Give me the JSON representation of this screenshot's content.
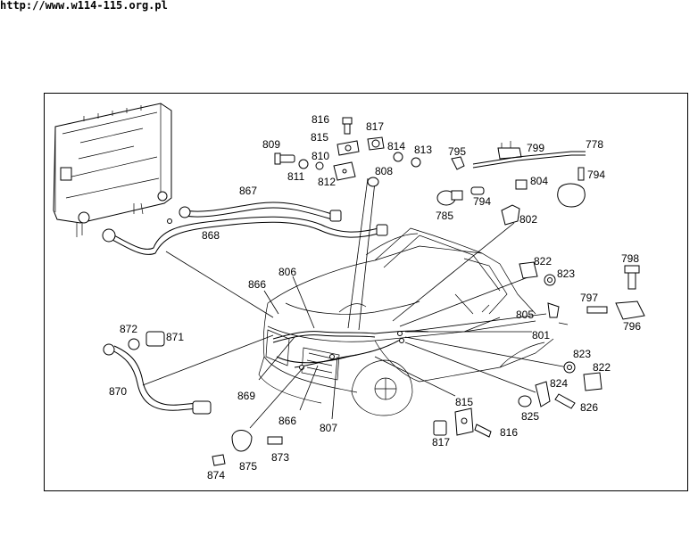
{
  "header": {
    "url": "http://www.w114-115.org.pl"
  },
  "callouts": [
    {
      "id": "c816a",
      "text": "816"
    },
    {
      "id": "c815a",
      "text": "815"
    },
    {
      "id": "c817a",
      "text": "817"
    },
    {
      "id": "c809",
      "text": "809"
    },
    {
      "id": "c810",
      "text": "810"
    },
    {
      "id": "c811",
      "text": "811"
    },
    {
      "id": "c812",
      "text": "812"
    },
    {
      "id": "c808",
      "text": "808"
    },
    {
      "id": "c814",
      "text": "814"
    },
    {
      "id": "c813",
      "text": "813"
    },
    {
      "id": "c795",
      "text": "795"
    },
    {
      "id": "c799",
      "text": "799"
    },
    {
      "id": "c778",
      "text": "778"
    },
    {
      "id": "c794a",
      "text": "794"
    },
    {
      "id": "c804",
      "text": "804"
    },
    {
      "id": "c794b",
      "text": "794"
    },
    {
      "id": "c785",
      "text": "785"
    },
    {
      "id": "c802",
      "text": "802"
    },
    {
      "id": "c867",
      "text": "867"
    },
    {
      "id": "c868",
      "text": "868"
    },
    {
      "id": "c806",
      "text": "806"
    },
    {
      "id": "c866a",
      "text": "866"
    },
    {
      "id": "c822a",
      "text": "822"
    },
    {
      "id": "c823a",
      "text": "823"
    },
    {
      "id": "c798",
      "text": "798"
    },
    {
      "id": "c797",
      "text": "797"
    },
    {
      "id": "c796",
      "text": "796"
    },
    {
      "id": "c805",
      "text": "805"
    },
    {
      "id": "c801",
      "text": "801"
    },
    {
      "id": "c872",
      "text": "872"
    },
    {
      "id": "c871",
      "text": "871"
    },
    {
      "id": "c870",
      "text": "870"
    },
    {
      "id": "c869",
      "text": "869"
    },
    {
      "id": "c866b",
      "text": "866"
    },
    {
      "id": "c807",
      "text": "807"
    },
    {
      "id": "c823b",
      "text": "823"
    },
    {
      "id": "c822b",
      "text": "822"
    },
    {
      "id": "c824",
      "text": "824"
    },
    {
      "id": "c825",
      "text": "825"
    },
    {
      "id": "c826",
      "text": "826"
    },
    {
      "id": "c815b",
      "text": "815"
    },
    {
      "id": "c817b",
      "text": "817"
    },
    {
      "id": "c816b",
      "text": "816"
    },
    {
      "id": "c875",
      "text": "875"
    },
    {
      "id": "c873",
      "text": "873"
    },
    {
      "id": "c874",
      "text": "874"
    }
  ]
}
